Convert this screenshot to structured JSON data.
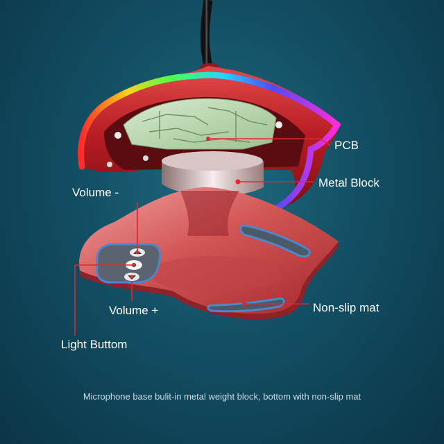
{
  "labels": {
    "pcb": "PCB",
    "metal_block": "Metal Block",
    "volume_minus": "Volume -",
    "volume_plus": "Volume +",
    "light_button": "Light Buttom",
    "non_slip_mat": "Non-slip mat"
  },
  "caption": "Microphone base bulit-in metal weight block, bottom with non-slip mat",
  "colors": {
    "background": "#134e63",
    "base_red": "#c02a2a",
    "leader_line": "#e0262e",
    "pcb_green": "#bcd8b0",
    "mat_blue": "#4f86c9"
  }
}
